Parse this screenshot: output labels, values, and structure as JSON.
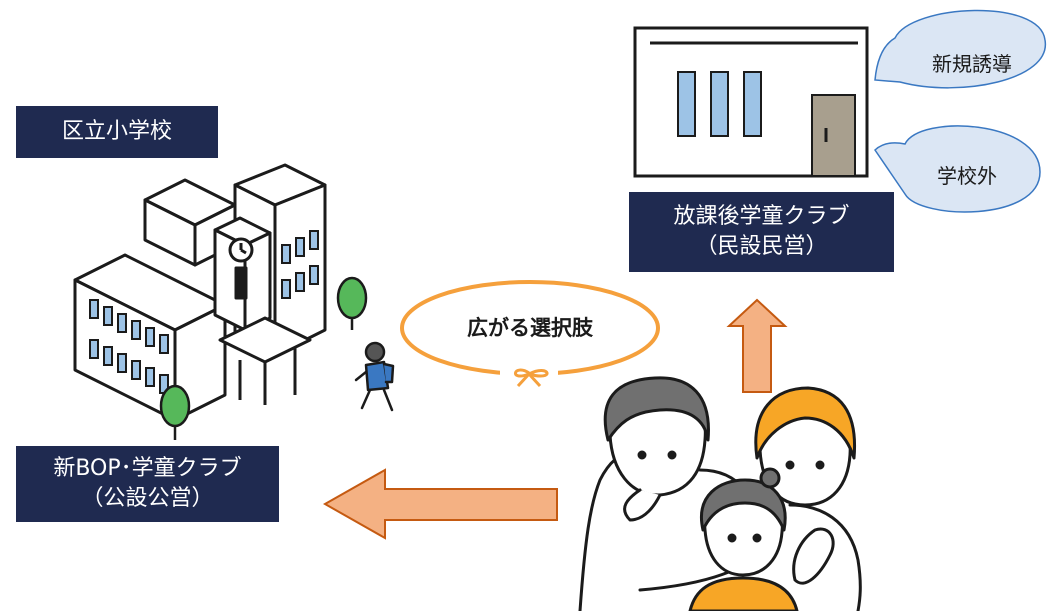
{
  "school": {
    "title": "区立小学校"
  },
  "bop": {
    "line1": "新BOP･学童クラブ",
    "line2": "（公設公営）"
  },
  "private_club": {
    "line1": "放課後学童クラブ",
    "line2": "（民設民営）"
  },
  "callouts": {
    "new_guidance": "新規誘導",
    "outside_school": "学校外"
  },
  "center_label": "広がる選択肢",
  "colors": {
    "navy": "#1f2a50",
    "arrow_fill": "#f4b183",
    "arrow_stroke": "#c55a11",
    "oval_stroke": "#f5a03c",
    "bubble_fill": "#dbe6f4",
    "window_blue": "#9dc3e6",
    "tree_green": "#56b85a",
    "hair_gray": "#707070",
    "hair_orange": "#f7a626"
  },
  "icons": [
    "school-building-icon",
    "walking-child-icon",
    "building-icon",
    "family-icon",
    "ribbon-icon"
  ]
}
